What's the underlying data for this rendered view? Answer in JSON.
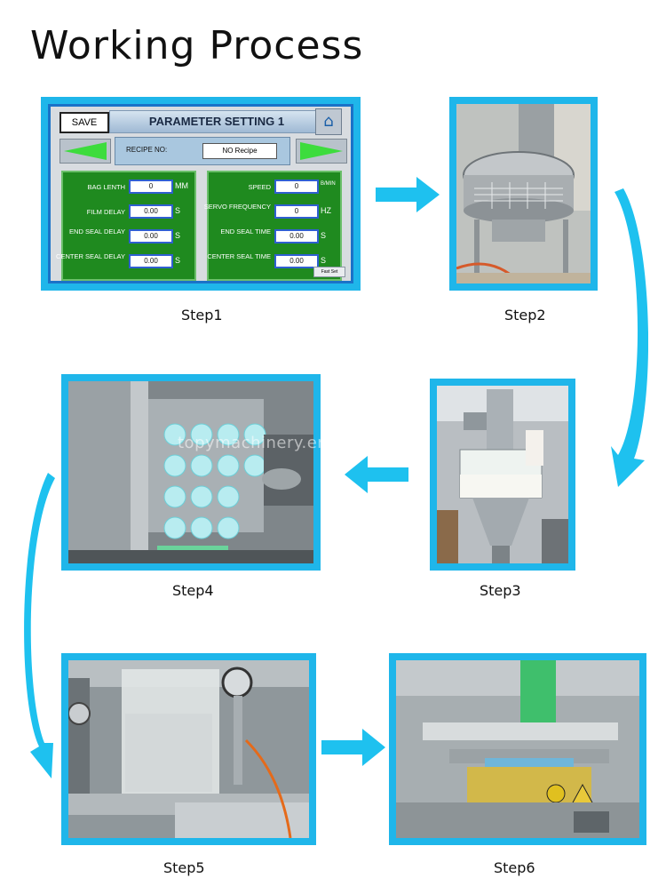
{
  "title": "Working Process",
  "watermark": "topymachinery.en",
  "steps": [
    {
      "caption": "Step1"
    },
    {
      "caption": "Step2"
    },
    {
      "caption": "Step3"
    },
    {
      "caption": "Step4"
    },
    {
      "caption": "Step5"
    },
    {
      "caption": "Step6"
    }
  ],
  "hmi": {
    "save_label": "SAVE",
    "header": "PARAMETER SETTING 1",
    "recipe_label": "RECIPE NO:",
    "recipe_value": "NO Recipe",
    "footer_button": "Fast Set",
    "left_group": [
      {
        "label": "BAG LENTH",
        "value": "0",
        "unit": "MM"
      },
      {
        "label": "FILM DELAY",
        "value": "0.00",
        "unit": "S"
      },
      {
        "label": "END SEAL DELAY",
        "value": "0.00",
        "unit": "S"
      },
      {
        "label": "CENTER SEAL DELAY",
        "value": "0.00",
        "unit": "S"
      }
    ],
    "right_group": [
      {
        "label": "SPEED",
        "value": "0",
        "unit": "B/MIN"
      },
      {
        "label": "SERVO FREQUENCY",
        "value": "0",
        "unit": "HZ"
      },
      {
        "label": "END SEAL TIME",
        "value": "0.00",
        "unit": "S"
      },
      {
        "label": "CENTER SEAL TIME",
        "value": "0.00",
        "unit": "S"
      }
    ]
  },
  "colors": {
    "frame": "#1fb6ea",
    "arrow": "#1ec1ef",
    "hmi_green": "#1f8a1f",
    "hmi_blue_input": "#2f5fd1"
  }
}
